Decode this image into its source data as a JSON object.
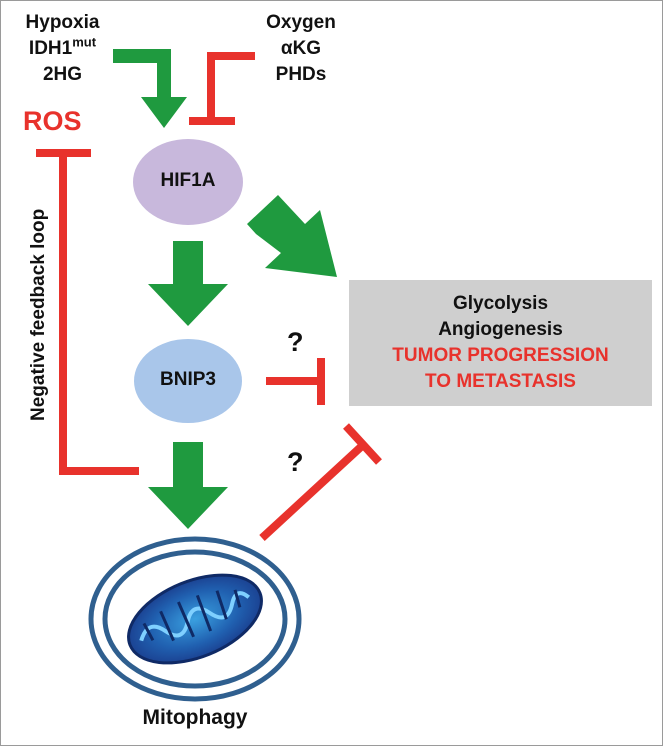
{
  "inducers": {
    "hypoxia": "Hypoxia",
    "idh1_base": "IDH1",
    "idh1_sup": "mut",
    "two_hg": "2HG"
  },
  "inhibitors": {
    "oxygen": "Oxygen",
    "akg": "αKG",
    "phds": "PHDs"
  },
  "ros": "ROS",
  "feedback_label": "Negative feedback loop",
  "nodes": {
    "hif1a": "HIF1A",
    "bnip3": "BNIP3",
    "mitophagy": "Mitophagy"
  },
  "question_marks": [
    "?",
    "?"
  ],
  "outcomes": {
    "line1": "Glycolysis",
    "line2": "Angiogenesis",
    "line3": "TUMOR PROGRESSION",
    "line4": "TO METASTASIS"
  },
  "colors": {
    "activation": "#1f9a3f",
    "inhibition": "#e8322c",
    "ros_text": "#e8322c",
    "hif1a_fill": "#c8b8dc",
    "bnip3_fill": "#a9c6ea",
    "outcome_box": "#cfcfcf",
    "mito_ring": "#2f5f8f"
  }
}
